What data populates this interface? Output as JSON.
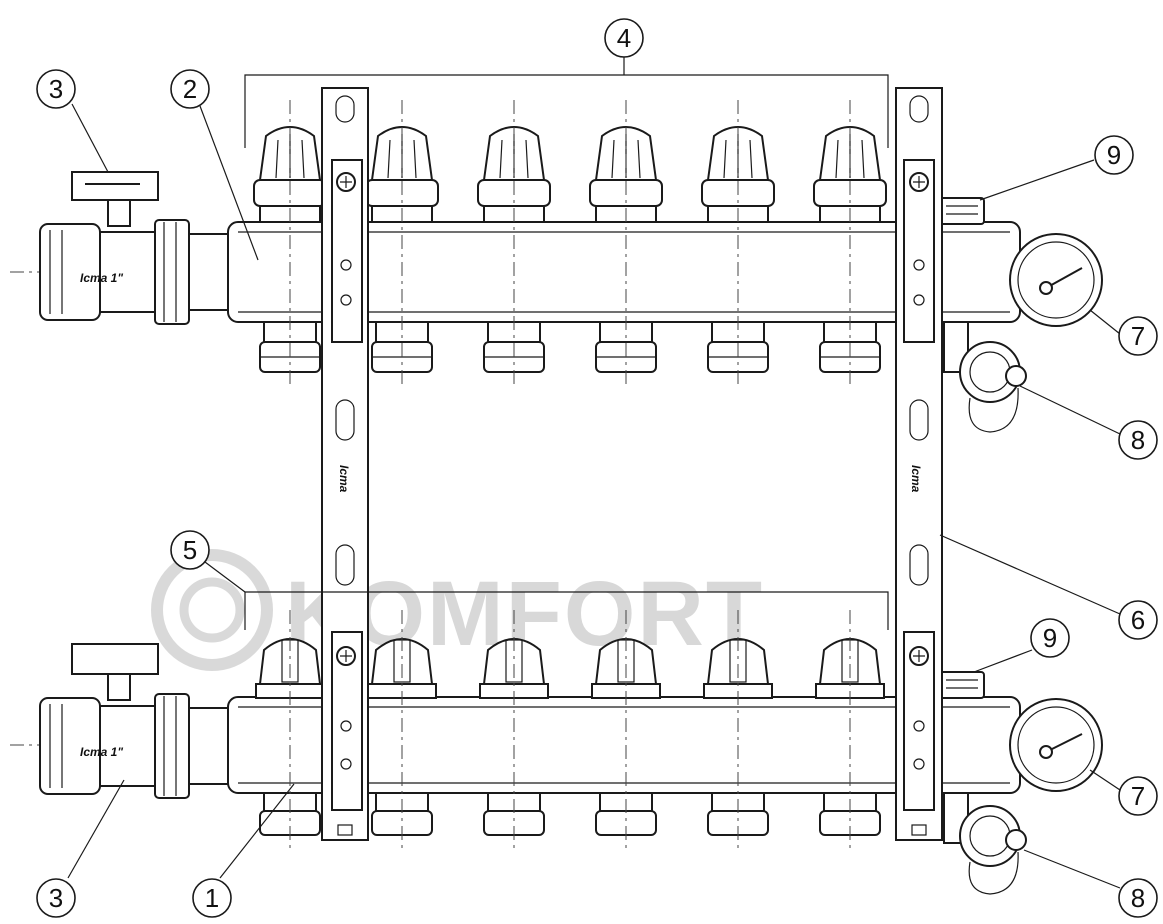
{
  "watermark": {
    "text": "KOMFORT"
  },
  "brand": {
    "label": "Icma",
    "size_label": "Icma 1\""
  },
  "callouts": {
    "c1": "1",
    "c2": "2",
    "c3_top": "3",
    "c3_bottom": "3",
    "c4": "4",
    "c5": "5",
    "c6": "6",
    "c7_top": "7",
    "c7_bottom": "7",
    "c8_top": "8",
    "c8_bottom": "8",
    "c9_top": "9",
    "c9_bottom": "9"
  },
  "outlets_per_manifold": 6
}
